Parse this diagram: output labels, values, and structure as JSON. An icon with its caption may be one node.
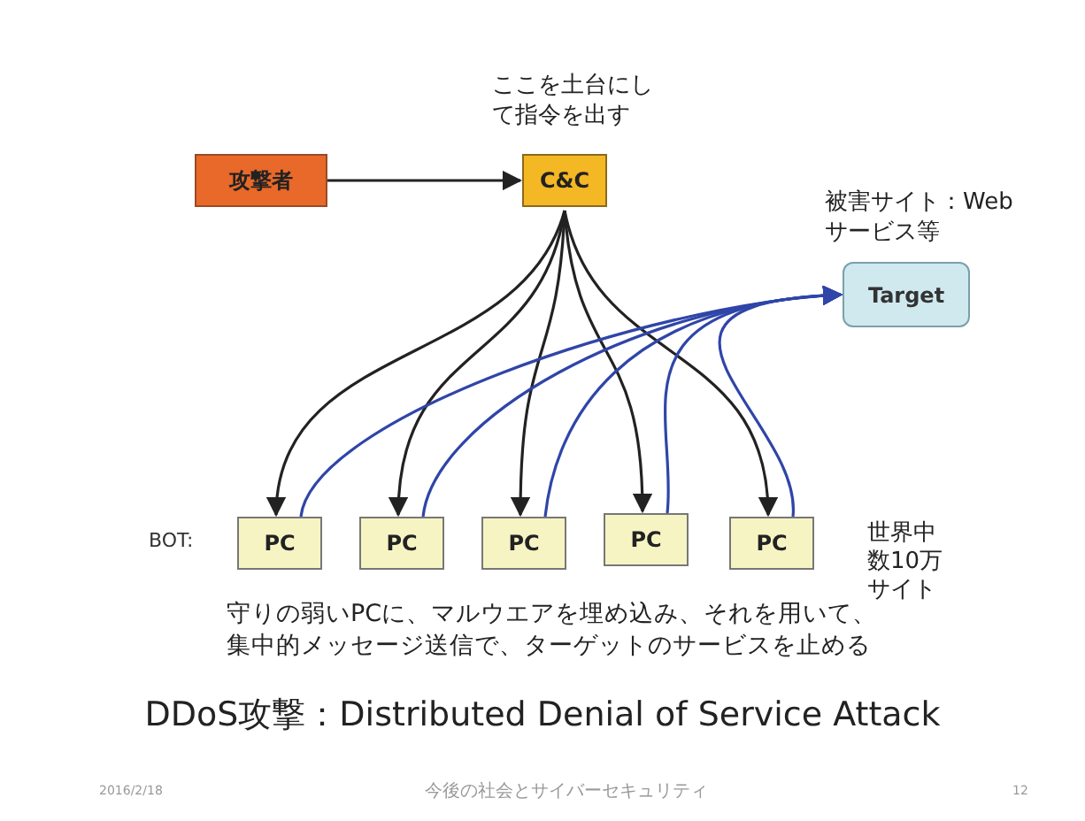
{
  "diagram": {
    "title": "DDoS攻撃：Distributed Denial of Service Attack",
    "nodes": [
      {
        "text": [
          "攻撃者"
        ]
      },
      {
        "text": [
          "C&C"
        ],
        "beside": [
          "ここを土台にして指令を出す"
        ]
      },
      {
        "text": [
          "Target"
        ],
        "beside": [
          "被害サイト：Webサービス等"
        ]
      },
      {
        "text": [
          "PC"
        ]
      },
      {
        "text": [
          "PC"
        ]
      },
      {
        "text": [
          "PC"
        ]
      },
      {
        "text": [
          "PC"
        ]
      },
      {
        "text": [
          "PC"
        ]
      }
    ],
    "edges": [
      {
        "from": 0,
        "to": 1,
        "arrow": "to"
      },
      {
        "from": 1,
        "to": 3,
        "arrow": "to"
      },
      {
        "from": 1,
        "to": 4,
        "arrow": "to"
      },
      {
        "from": 1,
        "to": 5,
        "arrow": "to"
      },
      {
        "from": 1,
        "to": 6,
        "arrow": "to"
      },
      {
        "from": 1,
        "to": 7,
        "arrow": "to"
      },
      {
        "from": 3,
        "to": 2,
        "arrow": "to",
        "color": "#2f45a8"
      },
      {
        "from": 4,
        "to": 2,
        "arrow": "to",
        "color": "#2f45a8"
      },
      {
        "from": 5,
        "to": 2,
        "arrow": "to",
        "color": "#2f45a8"
      },
      {
        "from": 6,
        "to": 2,
        "arrow": "to",
        "color": "#2f45a8"
      },
      {
        "from": 7,
        "to": 2,
        "arrow": "to",
        "color": "#2f45a8"
      }
    ],
    "labels": [
      "BOT:",
      "世界中数10万サイト",
      "守りの弱いPCに、マルウエアを埋め込み、それを用いて、集中的メッセージ送信で、ターゲットのサービスを止める",
      "2016/2/18",
      "今後の社会とサイバーセキュリティ",
      "12"
    ]
  }
}
